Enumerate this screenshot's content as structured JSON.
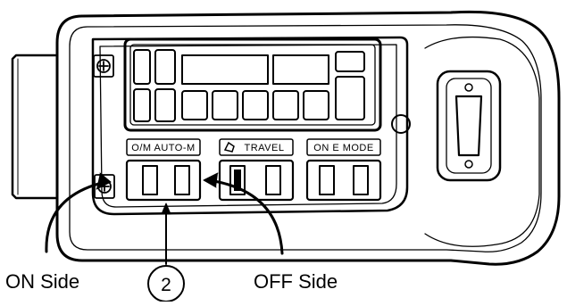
{
  "labels": {
    "switch_group_1": "O/M AUTO-M",
    "switch_group_2": "TRAVEL",
    "switch_group_3": "ON E MODE",
    "callout_on": "ON Side",
    "callout_off": "OFF Side",
    "callout_number": "2"
  },
  "icons": {
    "screw_top": "screw-icon",
    "screw_bottom": "screw-icon",
    "travel_symbol": "travel-icon",
    "connector": "connector-port-icon"
  },
  "colors": {
    "line": "#000000",
    "background": "#ffffff"
  }
}
